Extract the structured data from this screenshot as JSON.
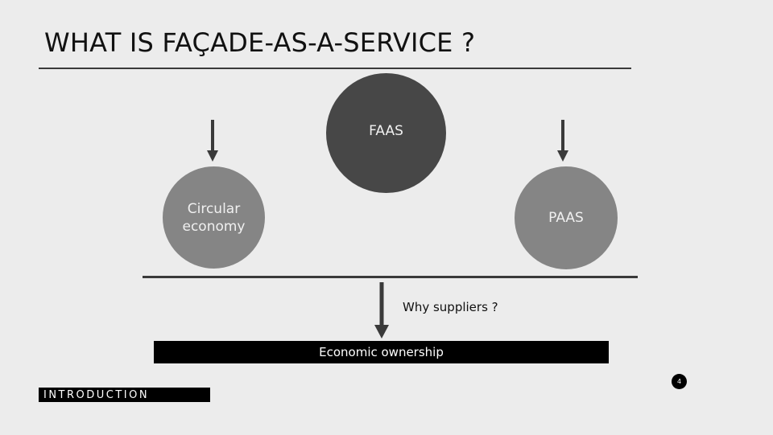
{
  "slide": {
    "title": "WHAT IS FAÇADE-AS-A-SERVICE ?",
    "nodes": {
      "faas": "FAAS",
      "circular_line1": "Circular",
      "circular_line2": "economy",
      "paas": "PAAS"
    },
    "question": "Why suppliers ?",
    "result_bar": "Economic ownership",
    "section_tag": "INTRODUCTION",
    "page_number": "4"
  },
  "colors": {
    "background": "#ececec",
    "dark_circle": "#474747",
    "mid_circle": "#858585",
    "rule": "#3a3a3a",
    "bar": "#000000"
  }
}
